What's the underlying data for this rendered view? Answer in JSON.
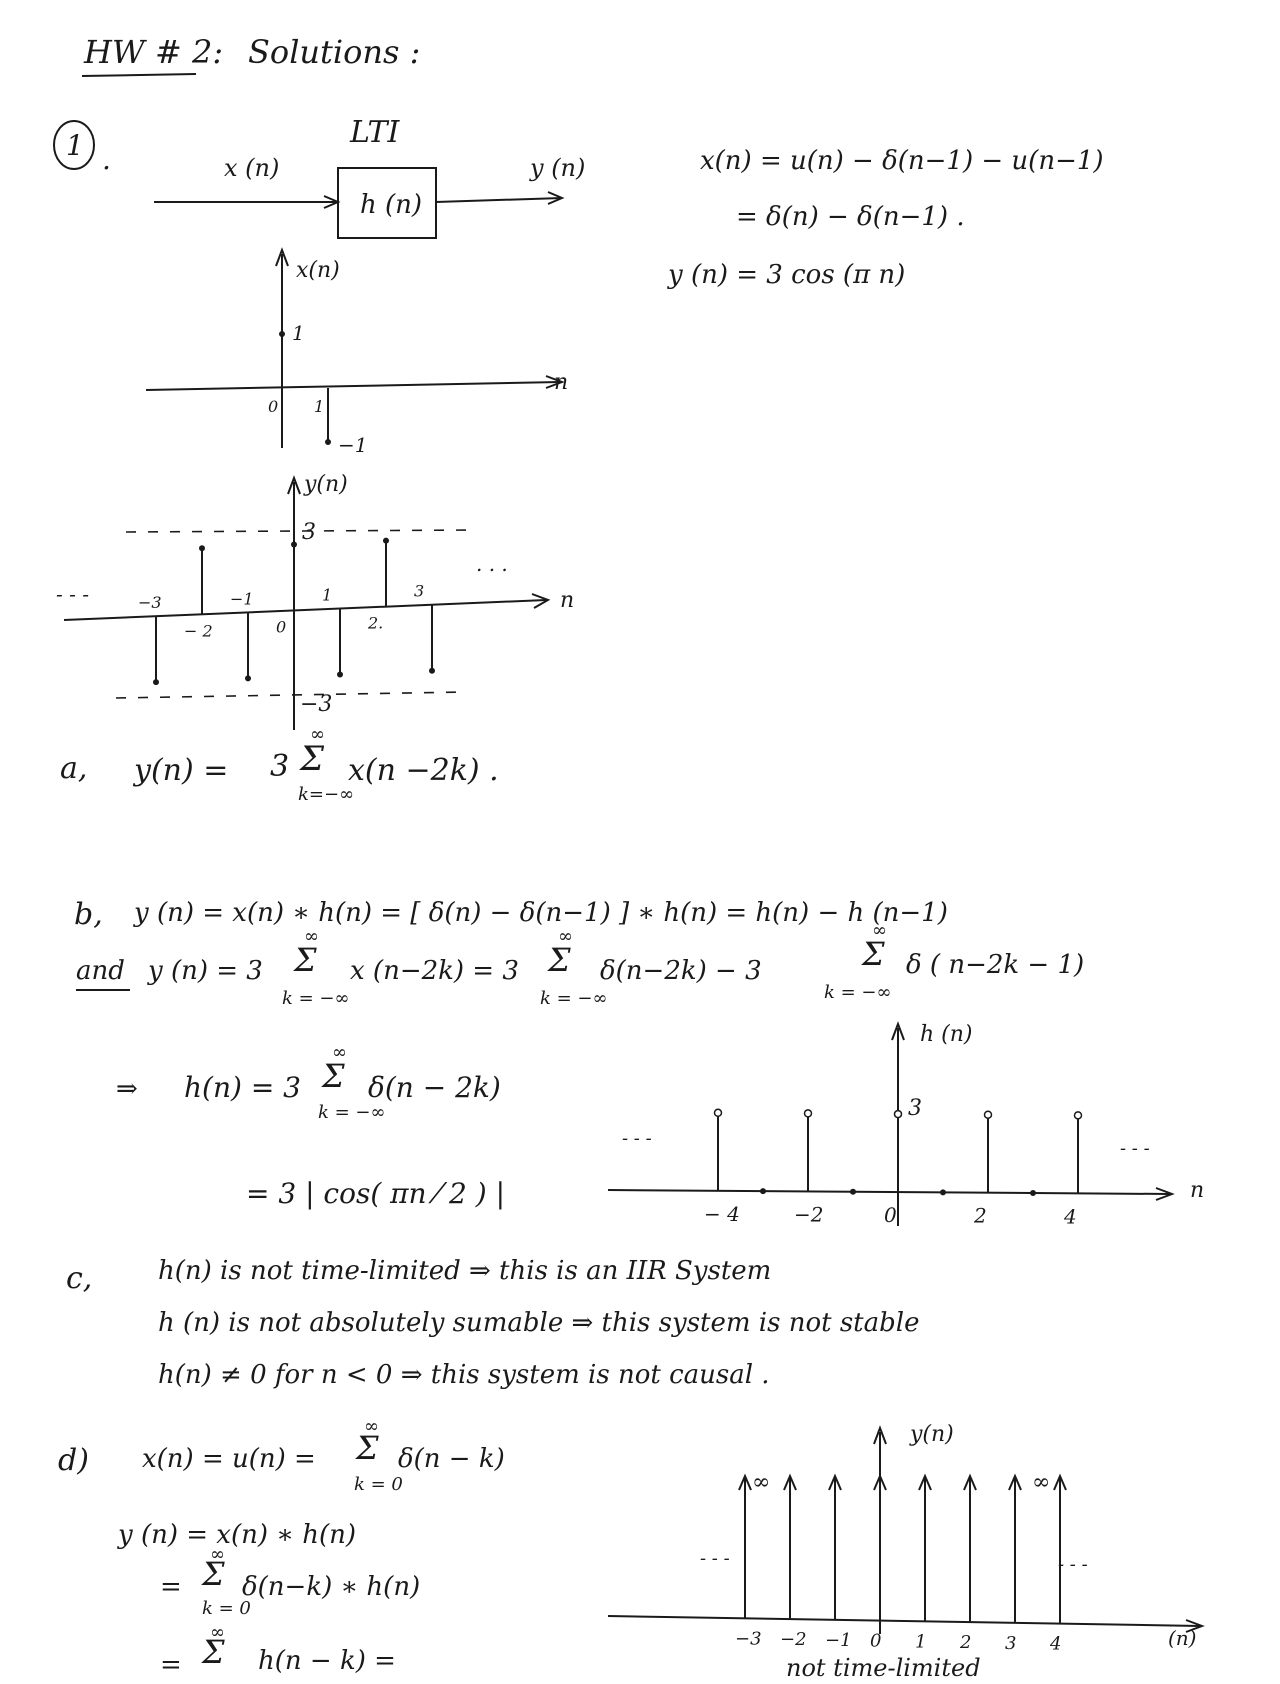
{
  "header": {
    "title": "HW # 2:",
    "subtitle": "Solutions :"
  },
  "problem1": {
    "number": "1",
    "block": {
      "top_label": "LTI",
      "box_label": "h (n)",
      "input_label": "x (n)",
      "output_label": "y (n)"
    },
    "given": {
      "line1": "x(n) = u(n) − δ(n−1) − u(n−1)",
      "line2": "= δ(n) − δ(n−1) .",
      "line3": "y (n) = 3 cos (π n)"
    },
    "plot_x": {
      "ylabel": "x(n)",
      "xlabel": "n",
      "ticks": [
        {
          "n": 0,
          "label": "0"
        },
        {
          "n": 1,
          "label": "1"
        }
      ],
      "stems": [
        {
          "n": 0,
          "value": 1,
          "label": "1"
        },
        {
          "n": 1,
          "value": -1,
          "label": "−1"
        }
      ]
    },
    "plot_y": {
      "ylabel": "y(n)",
      "xlabel": "n",
      "labels": {
        "pos": "3",
        "neg": "−3",
        "left_dots": "- - -",
        "right_dots": ". . ."
      },
      "stems": [
        {
          "n": -3,
          "value": -3,
          "label": "−3"
        },
        {
          "n": -2,
          "value": 3,
          "label": "− 2"
        },
        {
          "n": -1,
          "value": -3,
          "label": "−1"
        },
        {
          "n": 0,
          "value": 3,
          "label": "0"
        },
        {
          "n": 1,
          "value": -3,
          "label": "1"
        },
        {
          "n": 2,
          "value": 3,
          "label": "2."
        },
        {
          "n": 3,
          "value": -3,
          "label": "3"
        }
      ]
    },
    "part_a": {
      "label": "a,",
      "lhs": "y(n) =",
      "coef": "3",
      "sum_top": "∞",
      "sum_bottom": "k=−∞",
      "body": "x(n −2k) ."
    },
    "part_b": {
      "label": "b,",
      "line1": "y (n) = x(n) ∗ h(n)  =  [ δ(n) − δ(n−1) ] ∗ h(n)  =  h(n) − h (n−1)",
      "and_word": "and",
      "line2_lhs": "y (n) = 3",
      "line2_t1": "x (n−2k)  =  3",
      "line2_t2": "δ(n−2k)  −  3",
      "line2_t3": "δ ( n−2k − 1)",
      "sum_top": "∞",
      "sum_bottom": "k = −∞",
      "arrow": "⇒",
      "line3_lhs": "h(n)  =  3",
      "line3_body": "δ(n − 2k)",
      "line4": "=  3 | cos( πn ⁄ 2 ) |"
    },
    "plot_h": {
      "ylabel": "h (n)",
      "xlabel": "n",
      "peak_label": "3",
      "left_dots": "- - -",
      "right_dots": "- - -",
      "ticks": [
        {
          "n": -4,
          "label": "− 4"
        },
        {
          "n": -2,
          "label": "−2"
        },
        {
          "n": 0,
          "label": "0"
        },
        {
          "n": 2,
          "label": "2"
        },
        {
          "n": 4,
          "label": "4"
        }
      ],
      "stems": [
        {
          "n": -4,
          "value": 3
        },
        {
          "n": -2,
          "value": 3
        },
        {
          "n": 0,
          "value": 3
        },
        {
          "n": 2,
          "value": 3
        },
        {
          "n": 4,
          "value": 3
        }
      ]
    },
    "part_c": {
      "label": "c,",
      "line1": "h(n) is not time-limited  ⇒  this is an IIR System",
      "line2": "h (n) is not absolutely sumable  ⇒  this system is not stable",
      "line3": "h(n) ≠ 0 for  n < 0   ⇒  this system is not causal ."
    },
    "part_d": {
      "label": "d)",
      "line1": "x(n) = u(n)  =",
      "line1_body": "δ(n − k)",
      "sum_top": "∞",
      "sum_bottom": "k = 0",
      "line2": "y (n) = x(n) ∗ h(n)",
      "line3_prefix": "=",
      "line3_body": "δ(n−k) ∗ h(n)",
      "line4_prefix": "=",
      "line4_body": "h(n − k) ="
    },
    "plot_d": {
      "ylabel": "y(n)",
      "xlabel": "(n)",
      "inf_label": "∞",
      "footer": "not time-limited",
      "left_dots": "- - -",
      "right_dots": "- - -",
      "ticks": [
        "−3",
        "−2",
        "−1",
        "0",
        "1",
        "2",
        "3",
        "4"
      ]
    }
  }
}
